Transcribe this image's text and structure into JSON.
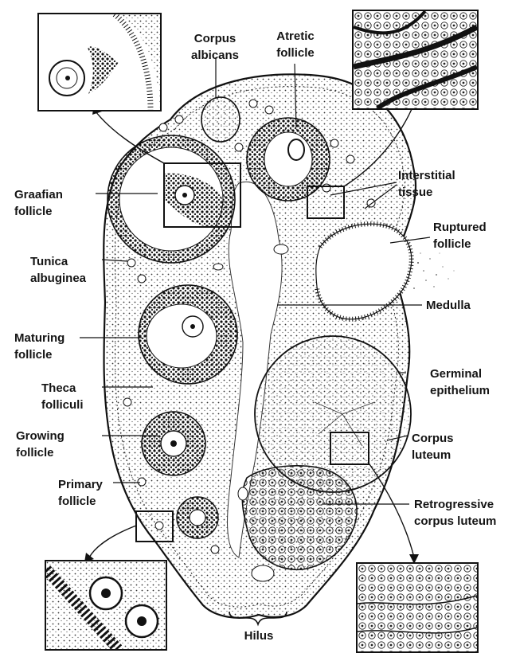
{
  "labels": {
    "corpus_albicans": [
      "Corpus",
      "albicans"
    ],
    "atretic_follicle": [
      "Atretic",
      "follicle"
    ],
    "graafian_follicle": [
      "Graafian",
      "follicle"
    ],
    "interstitial_tissue": [
      "Interstitial",
      "tissue"
    ],
    "ruptured_follicle": [
      "Ruptured",
      "follicle"
    ],
    "tunica_albuginea": [
      "Tunica",
      "albuginea"
    ],
    "medulla": [
      "Medulla"
    ],
    "maturing_follicle": [
      "Maturing",
      "follicle"
    ],
    "germinal_epithelium": [
      "Germinal",
      "epithelium"
    ],
    "theca_folliculi": [
      "Theca",
      "folliculi"
    ],
    "growing_follicle": [
      "Growing",
      "follicle"
    ],
    "corpus_luteum": [
      "Corpus",
      "luteum"
    ],
    "primary_follicle": [
      "Primary",
      "follicle"
    ],
    "retrogressive_corpus_luteum": [
      "Retrogressive",
      "corpus luteum"
    ],
    "hilus": [
      "Hilus"
    ]
  },
  "colors": {
    "ink": "#141414",
    "paper": "#ffffff",
    "stipple": "#3a3a3a"
  }
}
